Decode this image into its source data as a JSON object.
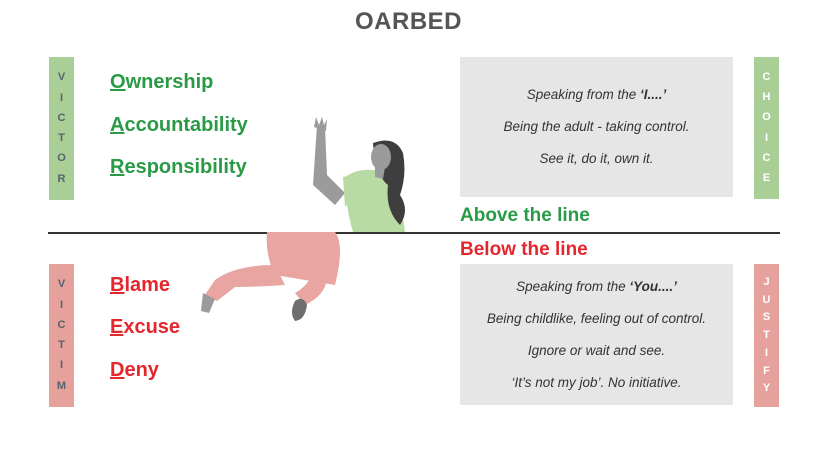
{
  "title": "OARBED",
  "victor_letters": [
    "V",
    "I",
    "C",
    "T",
    "O",
    "R"
  ],
  "choice_letters": [
    "C",
    "H",
    "O",
    "I",
    "C",
    "E"
  ],
  "victim_letters": [
    "V",
    "I",
    "C",
    "T",
    "I",
    "M"
  ],
  "justify_letters": [
    "J",
    "U",
    "S",
    "T",
    "I",
    "F",
    "Y"
  ],
  "above_words": [
    {
      "initial": "O",
      "rest": "wnership"
    },
    {
      "initial": "A",
      "rest": "ccountability"
    },
    {
      "initial": "R",
      "rest": "esponsibility"
    }
  ],
  "below_words": [
    {
      "initial": "B",
      "rest": "lame"
    },
    {
      "initial": "E",
      "rest": "xcuse"
    },
    {
      "initial": "D",
      "rest": "eny"
    }
  ],
  "above_box": {
    "line1_prefix": "Speaking from the ",
    "line1_bold": "‘I....’",
    "line2": "Being the adult - taking control.",
    "line3": "See it, do it, own it."
  },
  "below_box": {
    "line1_prefix": "Speaking from the ",
    "line1_bold": "‘You....’",
    "line2": "Being childlike, feeling out of control.",
    "line3": "Ignore or wait and see.",
    "line4": "‘It’s not my job’. No initiative."
  },
  "above_label": "Above the line",
  "below_label": "Below the line",
  "colors": {
    "green": "#2a9a46",
    "red": "#e4262d",
    "green_bar": "#a9cf97",
    "red_bar": "#e6a19d",
    "box_bg": "#e6e6e6"
  }
}
